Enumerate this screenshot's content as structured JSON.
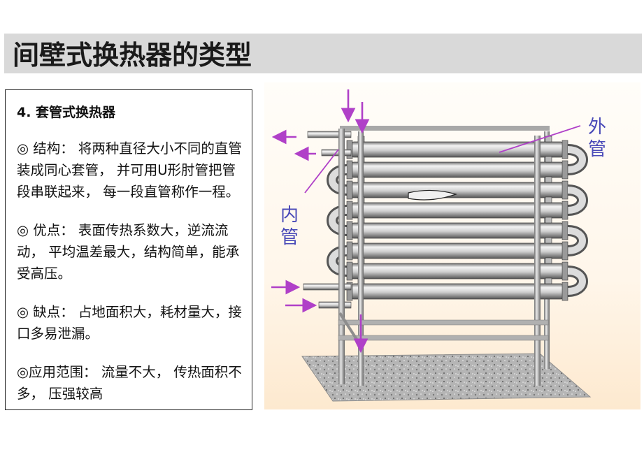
{
  "title": "间壁式换热器的类型",
  "content": {
    "heading": "4. 套管式换热器",
    "structure": "◎ 结构： 将两种直径大小不同的直管装成同心套管， 并可用U形肘管把管段串联起来， 每一段直管称作一程。",
    "advantages": "◎ 优点： 表面传热系数大，逆流流动， 平均温差最大，结构简单，能承受高压。",
    "disadvantages": "◎ 缺点： 占地面积大，耗材量大，接口多易泄漏。",
    "application": "◎应用范围： 流量不大， 传热面积不多， 压强较高"
  },
  "figure": {
    "label_outer": "外管",
    "label_inner": "内管",
    "colors": {
      "arrow": "#b040c8",
      "pipe": "#c4c4c4",
      "frame": "#9a9a9a",
      "ground": "#a9a9a9",
      "label": "#4a4ab8"
    },
    "pipe_count": 8
  }
}
